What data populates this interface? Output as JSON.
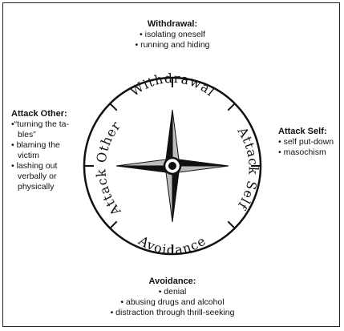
{
  "top": {
    "heading": "Withdrawal:",
    "items": [
      "• isolating oneself",
      "• running and hiding"
    ]
  },
  "bottom": {
    "heading": "Avoidance:",
    "items": [
      "• denial",
      "• abusing drugs and alcohol",
      "• distraction through thrill-seeking"
    ]
  },
  "left": {
    "heading": "Attack Other:",
    "items": [
      "•“turning the ta- bles”",
      "• blaming the victim",
      "• lashing out verbally or physically"
    ]
  },
  "right": {
    "heading": "Attack Self:",
    "items": [
      "• self put-down",
      "• masochism"
    ]
  },
  "compass": {
    "top_label": "Withdrawal",
    "right_label": "Attack Self",
    "bottom_label": "Avoidance",
    "left_label": "Attack Other"
  }
}
